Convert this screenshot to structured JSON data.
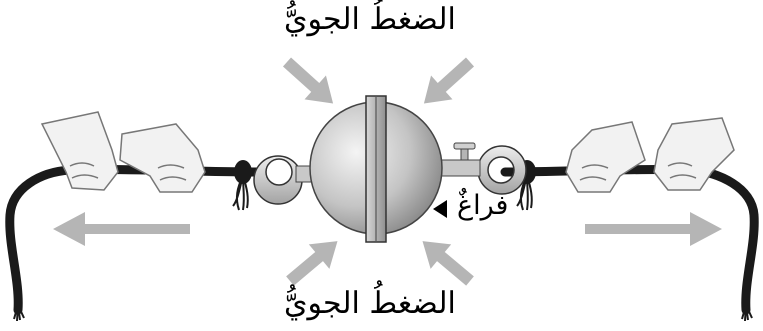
{
  "labels": {
    "air_pressure_top": "الضغطُ الجويُّ",
    "air_pressure_bottom": "الضغطُ الجويُّ",
    "vacuum": "فراغٌ"
  },
  "colors": {
    "arrow": "#b5b5b5",
    "rope": "#1a1a1a",
    "hand_fill": "#f2f2f2",
    "hand_stroke": "#777777",
    "sphere_light": "#ececec",
    "sphere_dark": "#8a8a8a",
    "flange": "#b9b9b9"
  },
  "icons": {
    "sphere": "magdeburg-hemispheres-icon",
    "pointer": "triangle-pointer-icon"
  }
}
